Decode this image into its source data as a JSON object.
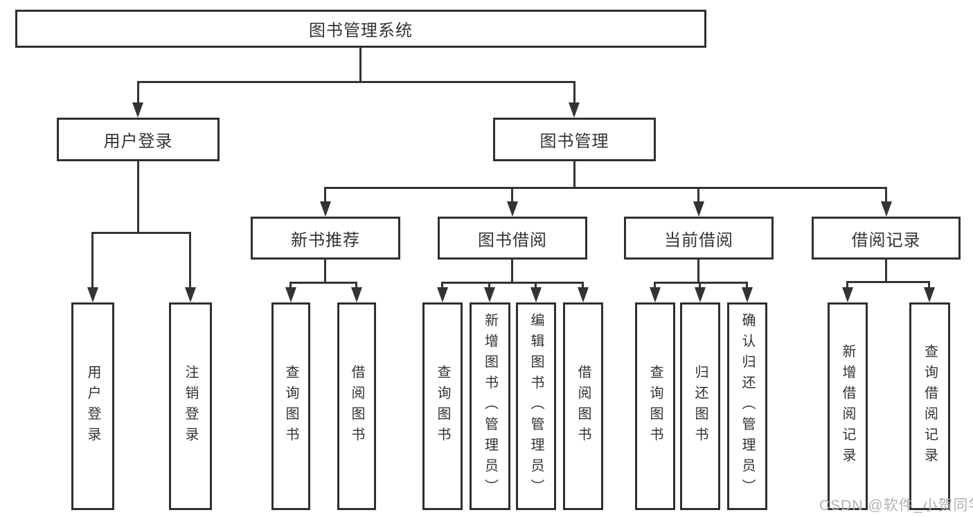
{
  "tree": {
    "label": "图书管理系统",
    "children": [
      {
        "label": "用户登录",
        "children": [
          {
            "label": "用户登录"
          },
          {
            "label": "注销登录"
          }
        ]
      },
      {
        "label": "图书管理",
        "children": [
          {
            "label": "新书推荐",
            "children": [
              {
                "label": "查询图书"
              },
              {
                "label": "借阅图书"
              }
            ]
          },
          {
            "label": "图书借阅",
            "children": [
              {
                "label": "查询图书"
              },
              {
                "label": "新增图书（管理员）"
              },
              {
                "label": "编辑图书（管理员）"
              },
              {
                "label": "借阅图书"
              }
            ]
          },
          {
            "label": "当前借阅",
            "children": [
              {
                "label": "查询图书"
              },
              {
                "label": "归还图书"
              },
              {
                "label": "确认归还（管理员）"
              }
            ]
          },
          {
            "label": "借阅记录",
            "children": [
              {
                "label": "新增借阅记录"
              },
              {
                "label": "查询借阅记录"
              }
            ]
          }
        ]
      }
    ]
  },
  "watermark": {
    "text": "CSDN @软件_小贺同学"
  },
  "colors": {
    "line": "#333333",
    "box_border": "#2f2f2f",
    "box_fill": "#ffffff",
    "text": "#333333",
    "watermark": "#b5b0b0",
    "background": "#ffffff"
  }
}
